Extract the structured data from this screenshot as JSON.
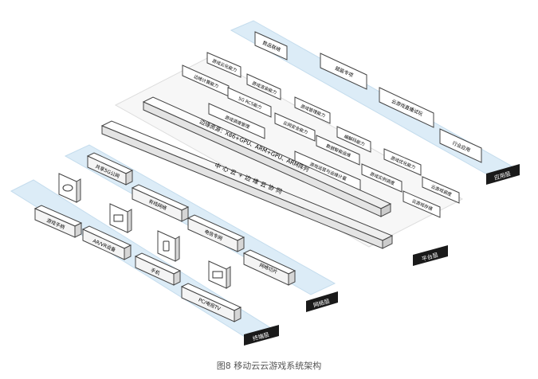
{
  "caption": "图8 移动云云游戏系统架构",
  "layers": {
    "application": {
      "label": "应用层",
      "boxes": [
        "数品联络",
        "赋能专项",
        "云游戏直播试玩",
        "行业应用"
      ]
    },
    "platform": {
      "label": "平台层",
      "boxes": [
        "游戏云化能力",
        "边缘计算能力",
        "游戏渲染能力",
        "5G RCS能力",
        "游戏管理能力",
        "游戏调度管理",
        "云网安全能力",
        "编解码能力",
        "数据智能运维",
        "游戏优化能力",
        "游戏运营与运维计量",
        "游戏实例调度",
        "云游戏调度",
        "云游戏存储"
      ],
      "bars": [
        "边缘资源：X86+GPU、ARM+GPU、ARM阵列",
        "中心云+边缘云协同"
      ]
    },
    "network": {
      "label": "网络层",
      "boxes": [
        "共享5G公网",
        "有线网络",
        "电信专网",
        "网络切片"
      ]
    },
    "terminal": {
      "label": "终端层",
      "boxes": [
        "游戏手柄",
        "AR/VR设备",
        "手机",
        "PC/电视TV"
      ]
    },
    "device_icons": [
      "gamepad-icon",
      "vr-headset-icon",
      "mobile-phone-icon",
      "pc-tv-icon"
    ]
  },
  "colors": {
    "band": "#dcecf7",
    "band_edge": "#c4dced",
    "layer_tag": "#1a1a1a",
    "box_stroke": "#444444"
  }
}
